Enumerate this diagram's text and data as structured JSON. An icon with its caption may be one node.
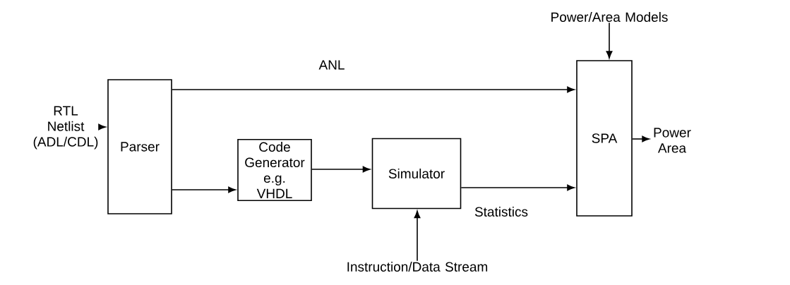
{
  "diagram": {
    "nodes": [
      {
        "text": [
          "RTL Netlist (ADL/CDL)"
        ]
      },
      {
        "text": [
          "Parser"
        ]
      },
      {
        "text": [
          "Code Generator e.g. VHDL"
        ]
      },
      {
        "text": [
          "Simulator"
        ]
      },
      {
        "text": [
          "SPA"
        ]
      },
      {
        "text": [
          "Power/Area Models"
        ]
      },
      {
        "text": [
          "Instruction/Data Stream"
        ]
      },
      {
        "text": [
          "Power Area"
        ]
      }
    ],
    "edges": [
      {
        "from": 0,
        "to": 1,
        "arrow": "to"
      },
      {
        "from": 1,
        "to": 4,
        "arrow": "to",
        "label": "ANL"
      },
      {
        "from": 1,
        "to": 2,
        "arrow": "to"
      },
      {
        "from": 2,
        "to": 3,
        "arrow": "to"
      },
      {
        "from": 3,
        "to": 4,
        "arrow": "to",
        "label": "Statistics"
      },
      {
        "from": 5,
        "to": 4,
        "arrow": "to"
      },
      {
        "from": 6,
        "to": 3,
        "arrow": "to"
      },
      {
        "from": 4,
        "to": 7,
        "arrow": "to"
      }
    ]
  }
}
